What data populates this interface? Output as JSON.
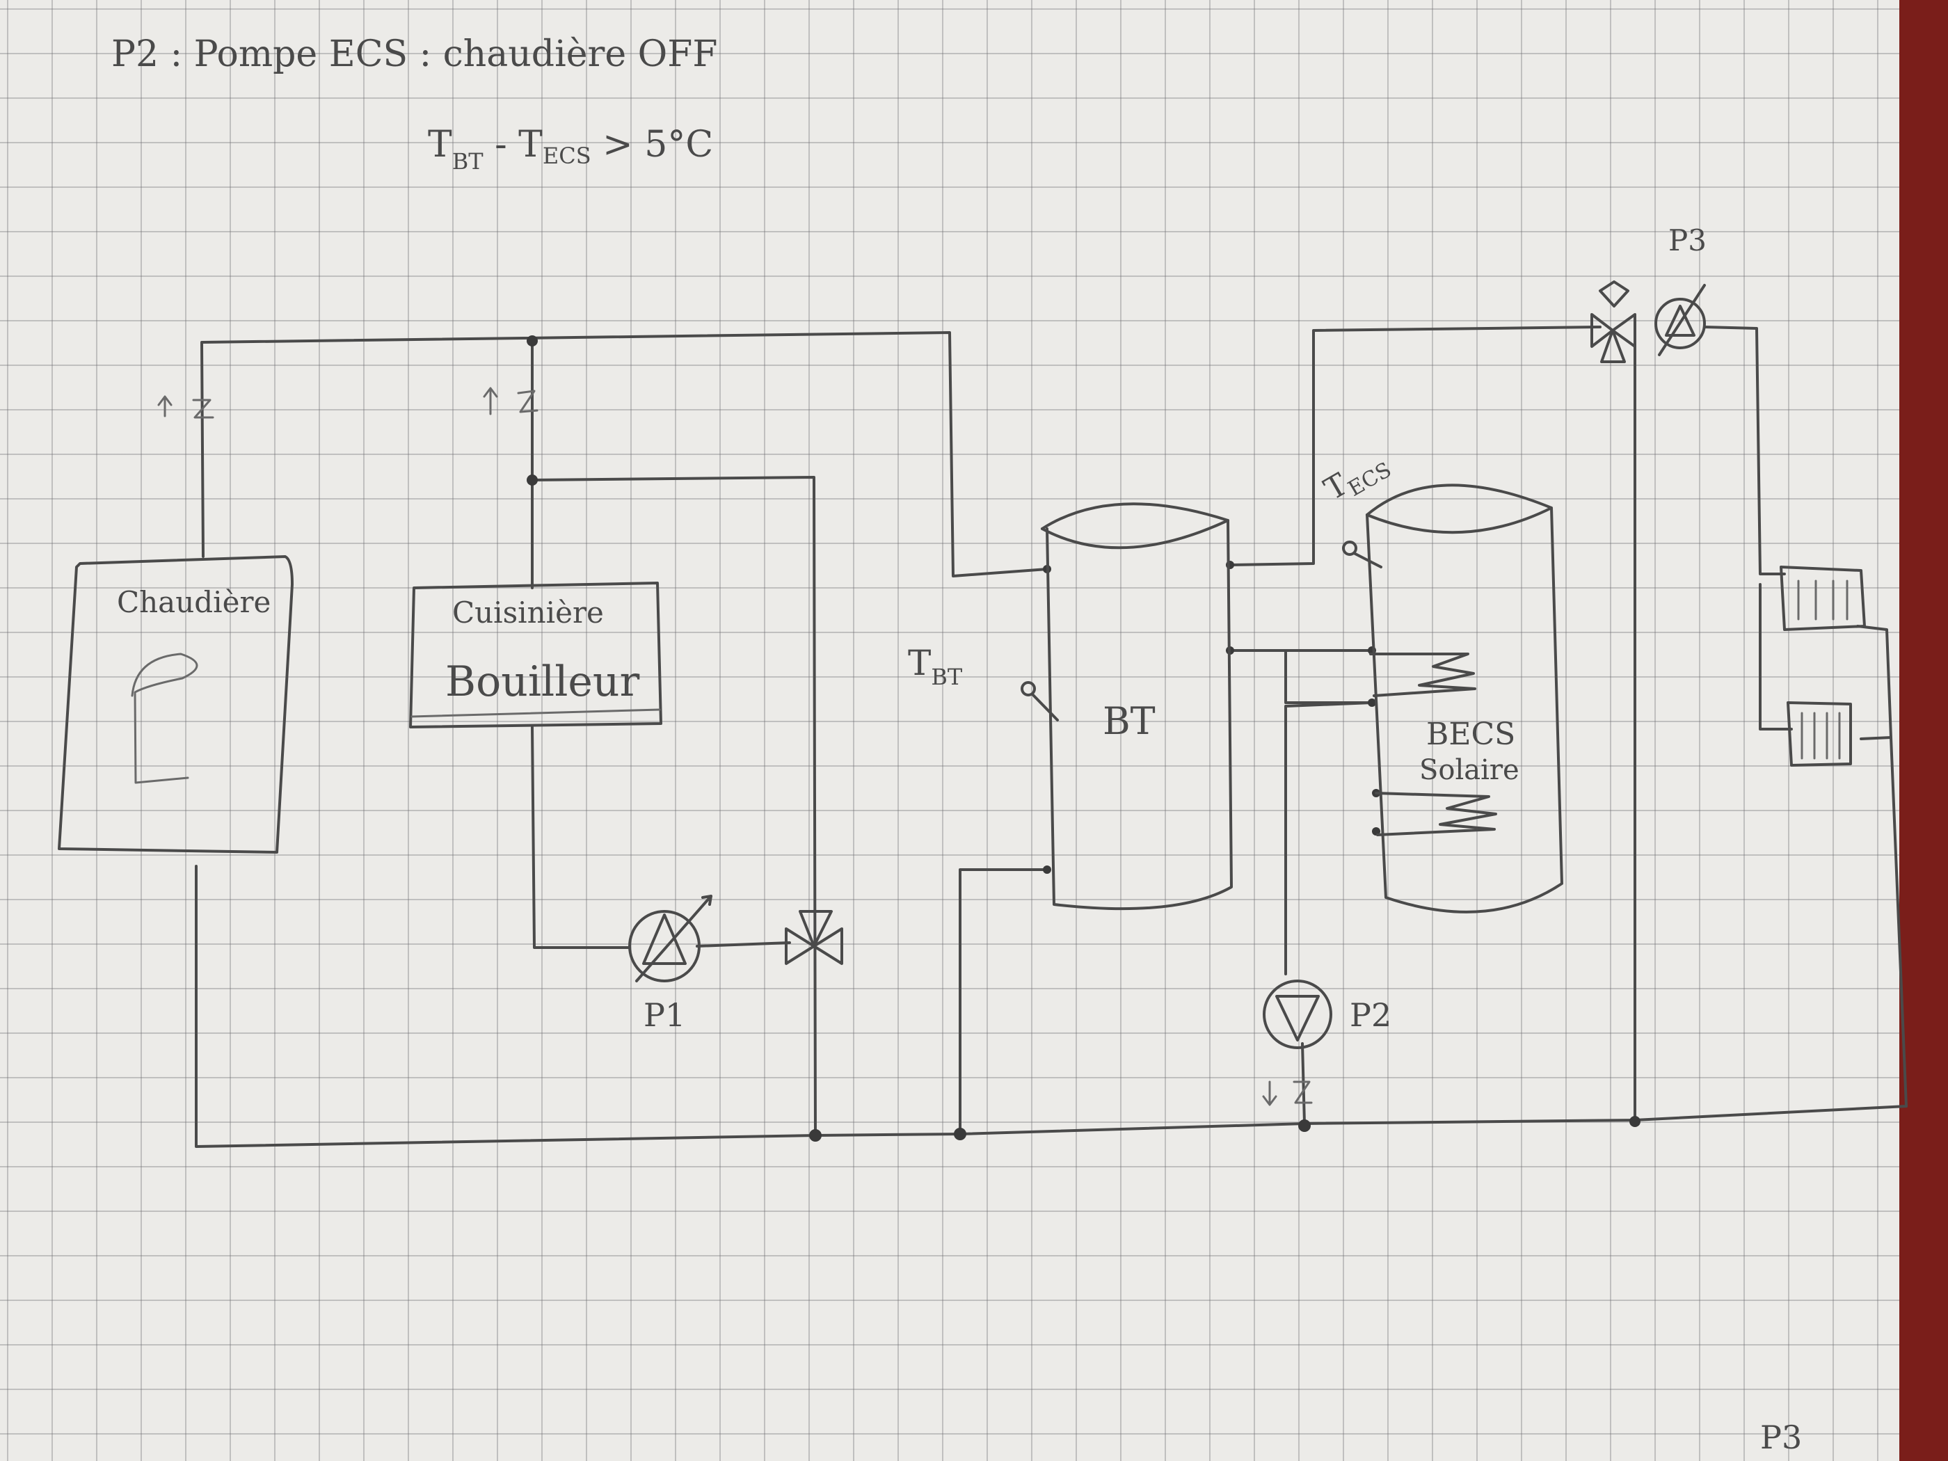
{
  "header": {
    "line1": "P2 : Pompe ECS : chaudière OFF",
    "line2": "T",
    "line2_sub1": "BT",
    "line2_mid": " - T",
    "line2_sub2": "ECS",
    "line2_end": " > 5°C"
  },
  "components": {
    "chaudiere": "Chaudière",
    "cuisiniere_l1": "Cuisinière",
    "cuisiniere_l2": "Bouilleur",
    "bt": "BT",
    "becs_l1": "BECS",
    "becs_l2": "Solaire"
  },
  "sensors": {
    "tbt": "T",
    "tbt_sub": "BT",
    "tecs": "T",
    "tecs_sub": "ECS"
  },
  "pumps": {
    "p1": "P1",
    "p2": "P2",
    "p3": "P3",
    "p3_corner": "P3"
  },
  "colors": {
    "paper": "#ecebe8",
    "pencil": "#4a4a4a",
    "background": "#7a1e1a"
  }
}
